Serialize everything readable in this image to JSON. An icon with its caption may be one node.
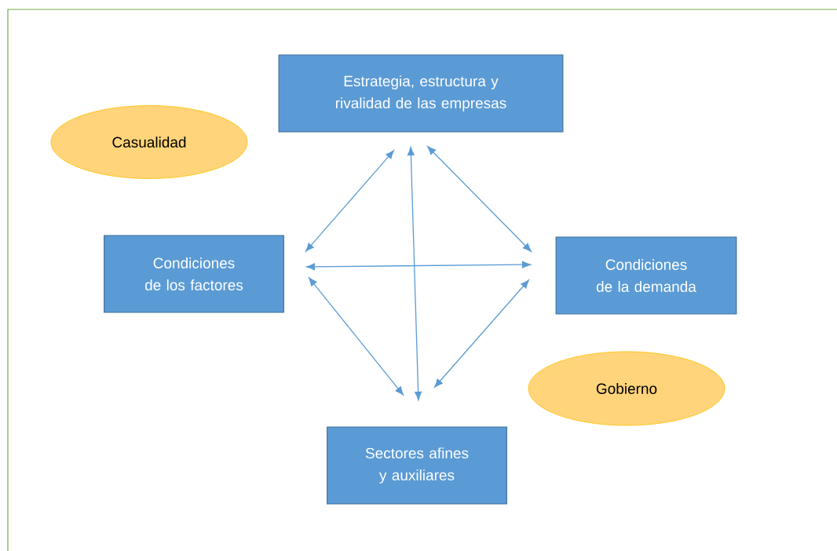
{
  "diagram": {
    "nodes": [
      {
        "text": [
          "Estrategia, estructura y rivalidad de las empresas"
        ]
      },
      {
        "text": [
          "Casualidad"
        ]
      },
      {
        "text": [
          "Condiciones de los factores"
        ]
      },
      {
        "text": [
          "Condiciones de la demanda"
        ]
      },
      {
        "text": [
          "Gobierno"
        ]
      },
      {
        "text": [
          "Sectores afines y auxiliares"
        ]
      }
    ],
    "edges": [
      {
        "from": 0,
        "to": 2,
        "arrow": "both"
      },
      {
        "from": 0,
        "to": 3,
        "arrow": "both"
      },
      {
        "from": 0,
        "to": 5,
        "arrow": "both"
      },
      {
        "from": 2,
        "to": 3,
        "arrow": "both"
      },
      {
        "from": 2,
        "to": 5,
        "arrow": "both"
      },
      {
        "from": 3,
        "to": 5,
        "arrow": "both"
      }
    ]
  }
}
